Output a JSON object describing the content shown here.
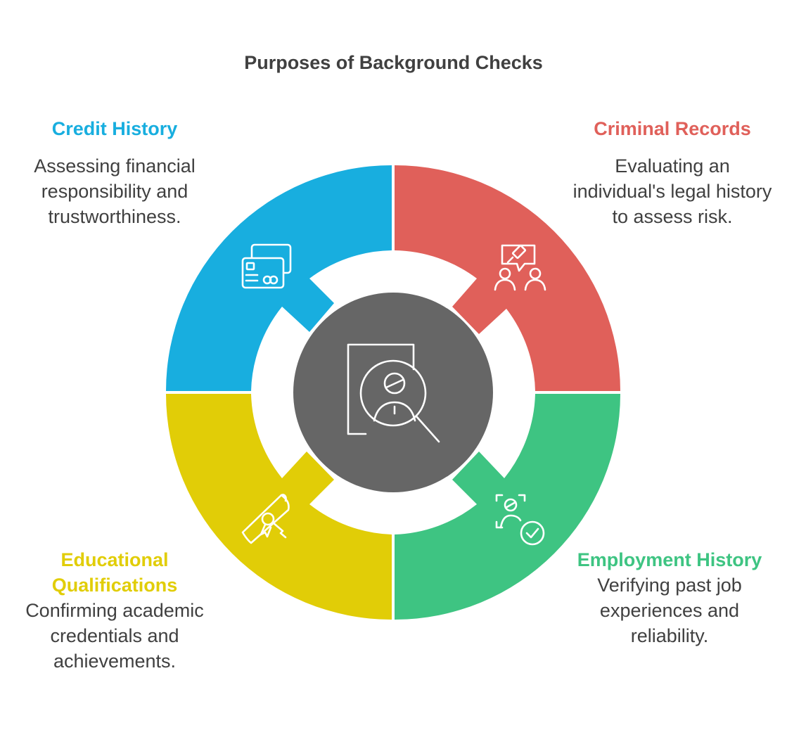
{
  "title": "Purposes of Background Checks",
  "colors": {
    "credit": "#18AEDF",
    "criminal": "#E0605A",
    "education": "#E1CD07",
    "employment": "#3EC482",
    "center": "#666666",
    "icon": "#ffffff"
  },
  "segments": [
    {
      "key": "credit",
      "heading": "Credit History",
      "description": "Assessing financial responsibility and trustworthiness.",
      "icon": "credit-card-icon"
    },
    {
      "key": "criminal",
      "heading": "Criminal Records",
      "description": "Evaluating an individual's legal history to assess risk.",
      "icon": "gavel-people-icon"
    },
    {
      "key": "education",
      "heading": "Educational Qualifications",
      "description": "Confirming academic credentials and achievements.",
      "icon": "diploma-icon"
    },
    {
      "key": "employment",
      "heading": "Employment History",
      "description": "Verifying past job experiences and reliability.",
      "icon": "person-verified-icon"
    }
  ],
  "center": {
    "icon": "document-magnifier-person-icon"
  }
}
